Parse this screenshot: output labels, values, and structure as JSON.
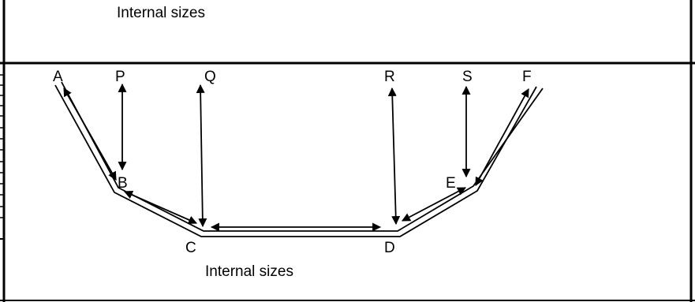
{
  "captions": {
    "top": "Internal sizes",
    "bottom": "Internal sizes"
  },
  "labels": {
    "A": "A",
    "P": "P",
    "Q": "Q",
    "R": "R",
    "S": "S",
    "F": "F",
    "B": "B",
    "E": "E",
    "C": "C",
    "D": "D"
  }
}
